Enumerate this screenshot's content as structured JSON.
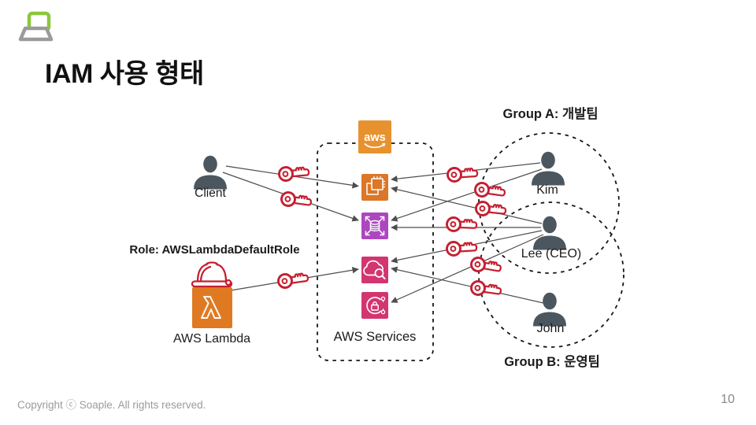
{
  "title": "IAM 사용 형태",
  "diagram": {
    "client": {
      "label": "Client"
    },
    "lambda": {
      "role_label": "Role: AWSLambdaDefaultRole",
      "label": "AWS Lambda"
    },
    "aws_box": {
      "logo_text": "aws",
      "label": "AWS Services"
    },
    "groups": {
      "a": {
        "label": "Group A: 개발팀"
      },
      "b": {
        "label": "Group B: 운영팀"
      }
    },
    "users": [
      {
        "name": "Kim"
      },
      {
        "name": "Lee (CEO)"
      },
      {
        "name": "John"
      }
    ],
    "icons": {
      "company_logo": "soaple-laptop-logo",
      "aws_logo": "aws-smile-icon",
      "compute": "ec2-compute-icon",
      "scaling": "database-scale-icon",
      "search": "cloud-search-icon",
      "governance": "pink-service-icon",
      "key": "access-key-icon",
      "role": "hard-hat-role-icon",
      "user": "person-silhouette-icon"
    },
    "colors": {
      "aws_logo_orange": "#E8922F",
      "compute_orange": "#DB7726",
      "lambda_orange": "#E07A22",
      "scaling_purple": "#AC47BF",
      "service_pink": "#D2356F",
      "key_red": "#C51F30",
      "person_gray": "#4C565E",
      "line_gray": "#4D4D4D"
    }
  },
  "footer": {
    "copyright": "Copyright ⓒ Soaple. All rights reserved.",
    "page_number": "10"
  }
}
